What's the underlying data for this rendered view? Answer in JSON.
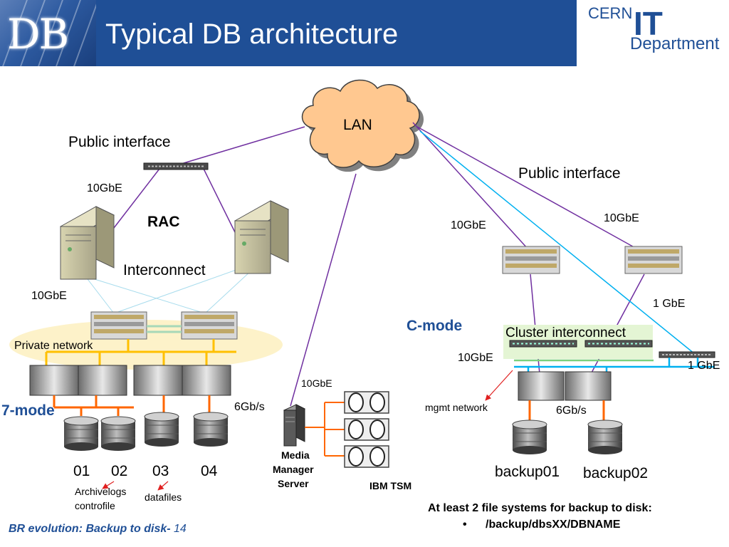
{
  "header": {
    "logo_text": "DB",
    "title": "Typical DB architecture",
    "org_line1": "CERN",
    "org_it": "IT",
    "org_line2": "Department"
  },
  "colors": {
    "header_bg": "#1f4f96",
    "cloud": "#ffc890",
    "public_link": "#7030a0",
    "private_bus": "#ffc000",
    "storage_bus": "#ff6600",
    "cmode_bus": "#00b0f0",
    "mode_label": "#1f4f96"
  },
  "diagram": {
    "lan": "LAN",
    "left": {
      "public_interface": "Public interface",
      "uplink": "10GbE",
      "rac": "RAC",
      "interconnect": "Interconnect",
      "interconnect_speed": "10GbE",
      "private_network": "Private network",
      "mode": "7-mode",
      "disk_speed": "6Gb/s",
      "volumes": [
        "01",
        "02",
        "03",
        "04"
      ],
      "note_archivelogs": "Archivelogs",
      "note_controlfile": "controfile",
      "note_datafiles": "datafiles"
    },
    "center": {
      "link_speed": "10GbE",
      "media_manager": [
        "Media",
        "Manager",
        "Server"
      ],
      "tape": "IBM TSM"
    },
    "right": {
      "public_interface": "Public interface",
      "uplink_a": "10GbE",
      "uplink_b": "10GbE",
      "mgmt_link": "1 GbE",
      "mode": "C-mode",
      "cluster_interconnect": "Cluster interconnect",
      "cluster_speed": "10GbE",
      "mgmt_switch_speed": "1 GbE",
      "mgmt_network": "mgmt network",
      "disk_speed": "6Gb/s",
      "backup_a": "backup01",
      "backup_b": "backup02"
    }
  },
  "footer": {
    "note_line1": "At least 2 file systems for backup to disk:",
    "note_bullet": "•",
    "note_line2": "/backup/dbsXX/DBNAME",
    "caption": "BR evolution: Backup to disk-",
    "page": "14"
  }
}
